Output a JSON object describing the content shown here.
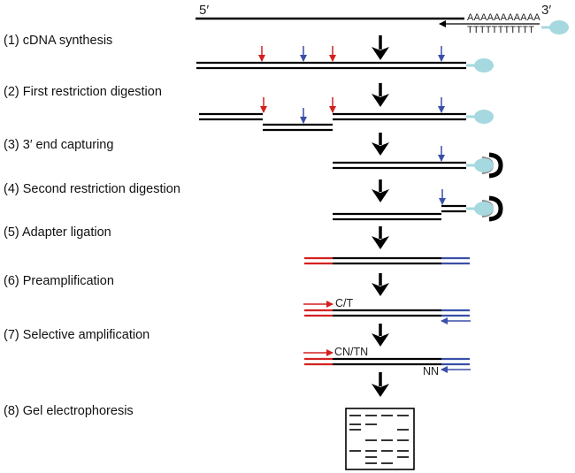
{
  "colors": {
    "strand": "#000000",
    "red_site": "#d42020",
    "blue_site": "#3a4fa8",
    "bead": "#a6d8df",
    "magnet": "#000000",
    "magnet_fill": "#8a8a8a"
  },
  "template": {
    "five_prime": "5′",
    "three_prime": "3′",
    "poly_a": "AAAAAAAAAAA",
    "oligo_dt": "TTTTTTTTTTT"
  },
  "steps": [
    {
      "label": "(1) cDNA synthesis"
    },
    {
      "label": "(2) First restriction digestion"
    },
    {
      "label": "(3) 3′ end capturing"
    },
    {
      "label": "(4) Second restriction digestion"
    },
    {
      "label": "(5) Adapter ligation"
    },
    {
      "label": "(6) Preamplification"
    },
    {
      "label": "(7) Selective amplification"
    },
    {
      "label": "(8) Gel electrophoresis"
    }
  ],
  "primer_labels": {
    "preamp": "C/T",
    "selective_fwd": "CN/TN",
    "selective_rev": "NN"
  }
}
